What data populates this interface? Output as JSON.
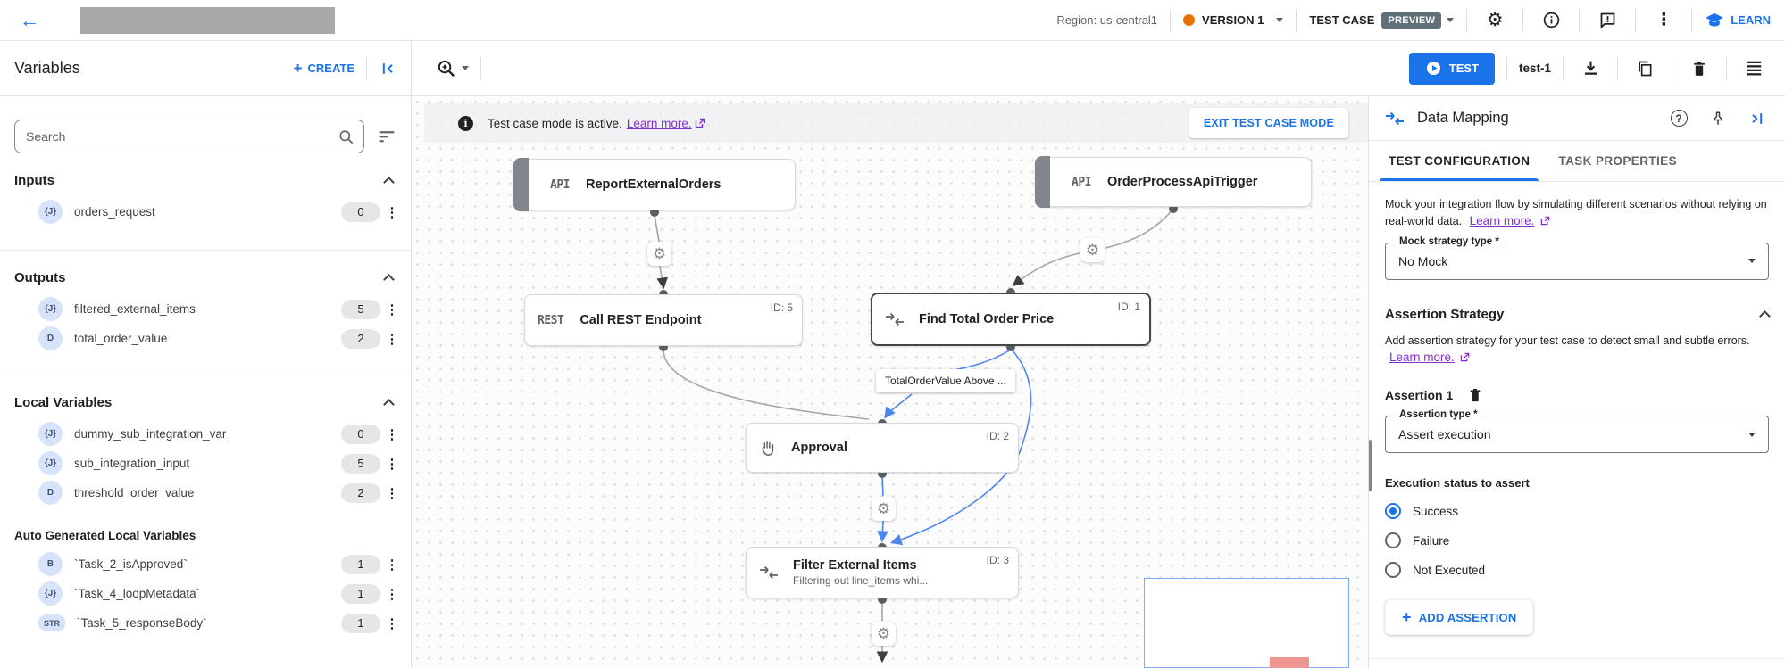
{
  "icons": {
    "gear": "⚙",
    "more": "⋮",
    "back": "←",
    "row_more": "⋮"
  },
  "topbar": {
    "region": "Region: us-central1",
    "version": "VERSION 1",
    "test_case": "TEST CASE",
    "preview": "PREVIEW",
    "learn": "LEARN"
  },
  "toolbar": {
    "title": "Variables",
    "create": "CREATE",
    "test": "TEST",
    "test_name": "test-1"
  },
  "sidebar": {
    "search_placeholder": "Search",
    "sections": [
      {
        "title": "Inputs",
        "items": [
          {
            "badge": "{J}",
            "name": "orders_request",
            "count": "0"
          }
        ]
      },
      {
        "title": "Outputs",
        "items": [
          {
            "badge": "{J}",
            "name": "filtered_external_items",
            "count": "5"
          },
          {
            "badge": "D",
            "name": "total_order_value",
            "count": "2"
          }
        ]
      },
      {
        "title": "Local Variables",
        "items": [
          {
            "badge": "{J}",
            "name": "dummy_sub_integration_var",
            "count": "0"
          },
          {
            "badge": "{J}",
            "name": "sub_integration_input",
            "count": "5"
          },
          {
            "badge": "D",
            "name": "threshold_order_value",
            "count": "2"
          }
        ]
      },
      {
        "title": "Auto Generated Local Variables",
        "items": [
          {
            "badge": "B",
            "name": "`Task_2_isApproved`",
            "count": "1"
          },
          {
            "badge": "{J}",
            "name": "`Task_4_loopMetadata`",
            "count": "1"
          },
          {
            "badge": "STR",
            "name": "`Task_5_responseBody`",
            "count": "1"
          }
        ]
      }
    ]
  },
  "canvas": {
    "banner": {
      "info_glyph": "i",
      "text": "Test case mode is active.",
      "link": "Learn more.",
      "exit_button": "EXIT TEST CASE MODE"
    },
    "nodes": {
      "report": {
        "type": "API",
        "title": "ReportExternalOrders"
      },
      "trigger": {
        "type": "API",
        "title": "OrderProcessApiTrigger"
      },
      "rest": {
        "type": "REST",
        "title": "Call REST Endpoint",
        "id": "ID: 5"
      },
      "find_total": {
        "title": "Find Total Order Price",
        "id": "ID: 1"
      },
      "approval": {
        "title": "Approval",
        "id": "ID: 2"
      },
      "filter": {
        "title": "Filter External Items",
        "subtitle": "Filtering out line_items whi...",
        "id": "ID: 3"
      }
    },
    "edge_label": "TotalOrderValue Above ..."
  },
  "panel": {
    "title": "Data Mapping",
    "tabs": {
      "active": "TEST CONFIGURATION",
      "inactive": "TASK PROPERTIES"
    },
    "mock": {
      "desc": "Mock your integration flow by simulating different scenarios without relying on real-world data.",
      "link": "Learn more.",
      "field_label": "Mock strategy type *",
      "field_value": "No Mock"
    },
    "assertion_strategy": {
      "title": "Assertion Strategy",
      "desc": "Add assertion strategy for your test case to detect small and subtle errors.",
      "link": "Learn more."
    },
    "assertion1": {
      "title": "Assertion 1",
      "field_label": "Assertion type *",
      "field_value": "Assert execution"
    },
    "execution_status": {
      "label": "Execution status to assert",
      "options": [
        "Success",
        "Failure",
        "Not Executed"
      ],
      "selected": "Success"
    },
    "add_assertion": "ADD ASSERTION"
  },
  "colors": {
    "accent_blue": "#1a73e8",
    "link_purple": "#8430ce",
    "preview_badge": "#5f7078",
    "version_dot": "#e8710a",
    "edge_blue": "#4f86ec",
    "edge_gray": "#a0a6ad"
  }
}
